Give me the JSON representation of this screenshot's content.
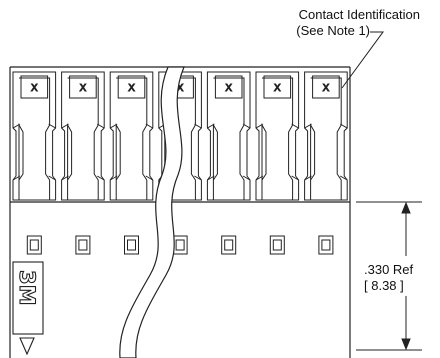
{
  "callout": {
    "line1": "Contact Identification",
    "line2": "(See Note 1)"
  },
  "dimension": {
    "value": ".330 Ref",
    "metric": "[ 8.38 ]"
  },
  "contacts": {
    "mark": "X",
    "visible_count": 7
  },
  "logo": {
    "text": "3M"
  },
  "colors": {
    "line": "#222222",
    "background": "#ffffff"
  }
}
